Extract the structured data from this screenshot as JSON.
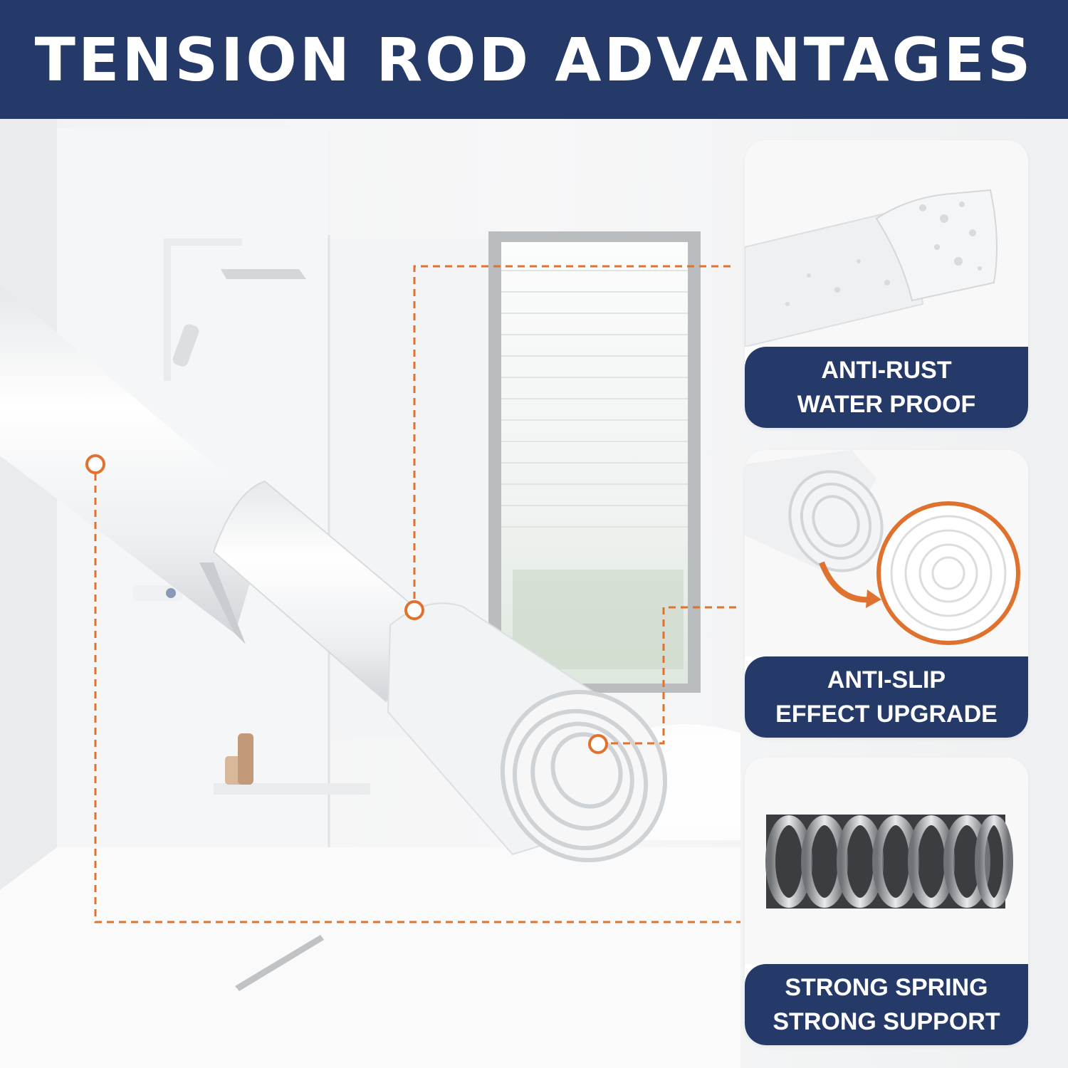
{
  "header": {
    "title": "TENSION ROD ADVANTAGES"
  },
  "features": [
    {
      "line1": "ANTI-RUST",
      "line2": "WATER PROOF"
    },
    {
      "line1": "ANTI-SLIP",
      "line2": "EFFECT UPGRADE"
    },
    {
      "line1": "STRONG SPRING",
      "line2": "STRONG SUPPORT"
    }
  ],
  "colors": {
    "banner": "#253a69",
    "accent": "#e0722f",
    "text_on_banner": "#ffffff"
  }
}
